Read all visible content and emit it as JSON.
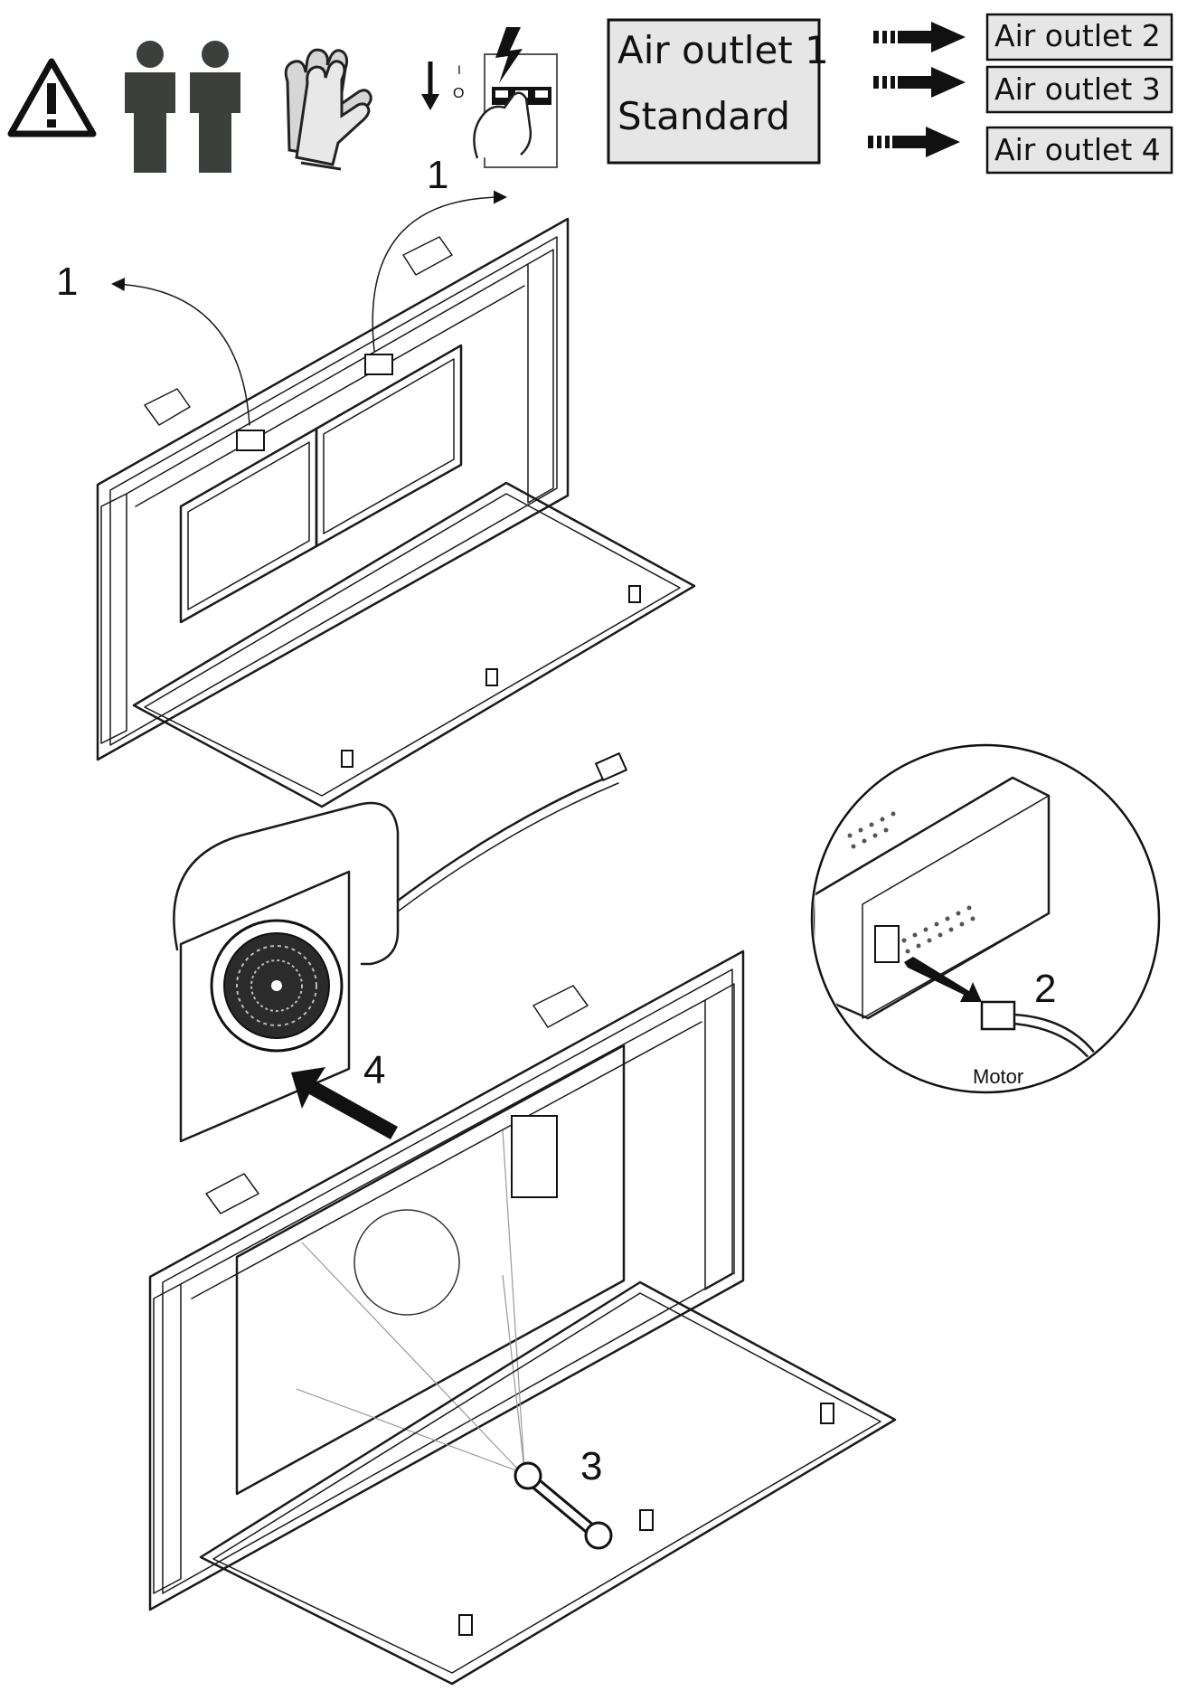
{
  "header": {
    "icons": [
      "warning-icon",
      "two-persons-icon",
      "gloves-icon",
      "power-off-icon"
    ],
    "standard_box": {
      "line1": "Air outlet 1",
      "line2": "Standard"
    },
    "options": [
      {
        "label": "Air outlet 2"
      },
      {
        "label": "Air outlet 3"
      },
      {
        "label": "Air outlet 4"
      }
    ],
    "power_symbols": {
      "on": "I",
      "off": "O"
    }
  },
  "steps": {
    "step1_left": "1",
    "step1_right": "1",
    "step2": "2",
    "step3": "3",
    "step4": "4"
  },
  "detail": {
    "motor_label": "Motor"
  },
  "colors": {
    "ink": "#1a1a1a",
    "label_fill": "#e6e6e6",
    "person": "#3b403c"
  }
}
